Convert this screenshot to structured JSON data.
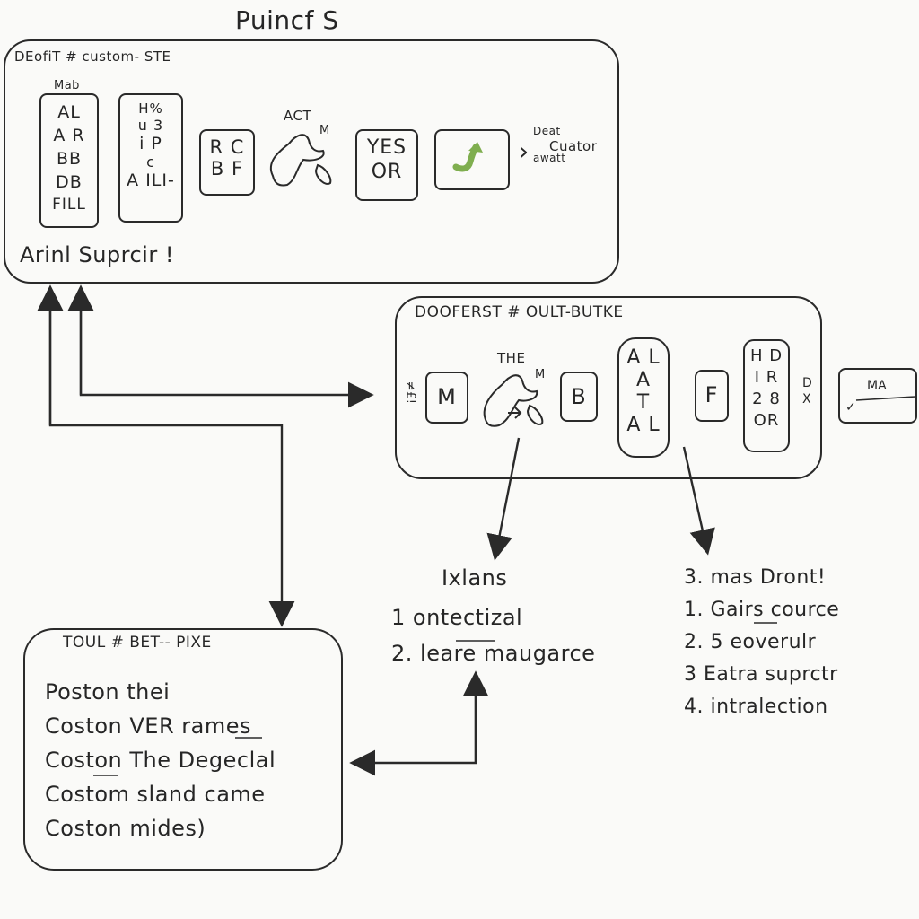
{
  "title": "Puincf S",
  "box1": {
    "heading": "DEofiT # custom- STE",
    "col1_header": "Mab",
    "col1_items": [
      "AL",
      "A R",
      "BB",
      "DB",
      "FILL"
    ],
    "col2_items": [
      "H%",
      "u 3",
      "i P",
      "c",
      "A ILI-"
    ],
    "col3_items": [
      "R C",
      "B F"
    ],
    "act_label": "ACT",
    "act_m": "M",
    "yes_or": [
      "YES",
      "OR"
    ],
    "side_note": [
      "Deat",
      "Cuator",
      "awatt"
    ],
    "footer": "Arinl Suprcir !"
  },
  "box2": {
    "heading": "DOOFERST # OULT-BUTKE",
    "side_left": "≠£!",
    "m_label": "M",
    "the_label": "THE",
    "the_m": "M",
    "b_label": "B",
    "col_al": [
      "A L",
      "A",
      "T",
      "A L"
    ],
    "f_label": "F",
    "col_hd": [
      "H D",
      "I R",
      "2 8",
      "OR"
    ],
    "dx": [
      "D",
      "X"
    ],
    "ma_label": "MA",
    "ma_check": "✓"
  },
  "box3": {
    "heading": "TOUL # BET-- PIXE",
    "lines": [
      "Poston thei",
      "Coston VER rames",
      "Coston The Degeclal",
      "Costom sland came",
      "Coston mides)"
    ]
  },
  "list_middle": {
    "heading": "Ixlans",
    "items": [
      "1  ontectizal",
      "2.  leare maugarce"
    ]
  },
  "list_right": {
    "items": [
      "3.  mas Dront!",
      "1.  Gairs cource",
      "2.  5  eoverulr",
      "3  Eatra suprctr",
      "4.  intralection"
    ]
  },
  "colors": {
    "ink": "#2a2a2a",
    "accent_green": "#7fae4f",
    "paper": "#fafaf8"
  }
}
